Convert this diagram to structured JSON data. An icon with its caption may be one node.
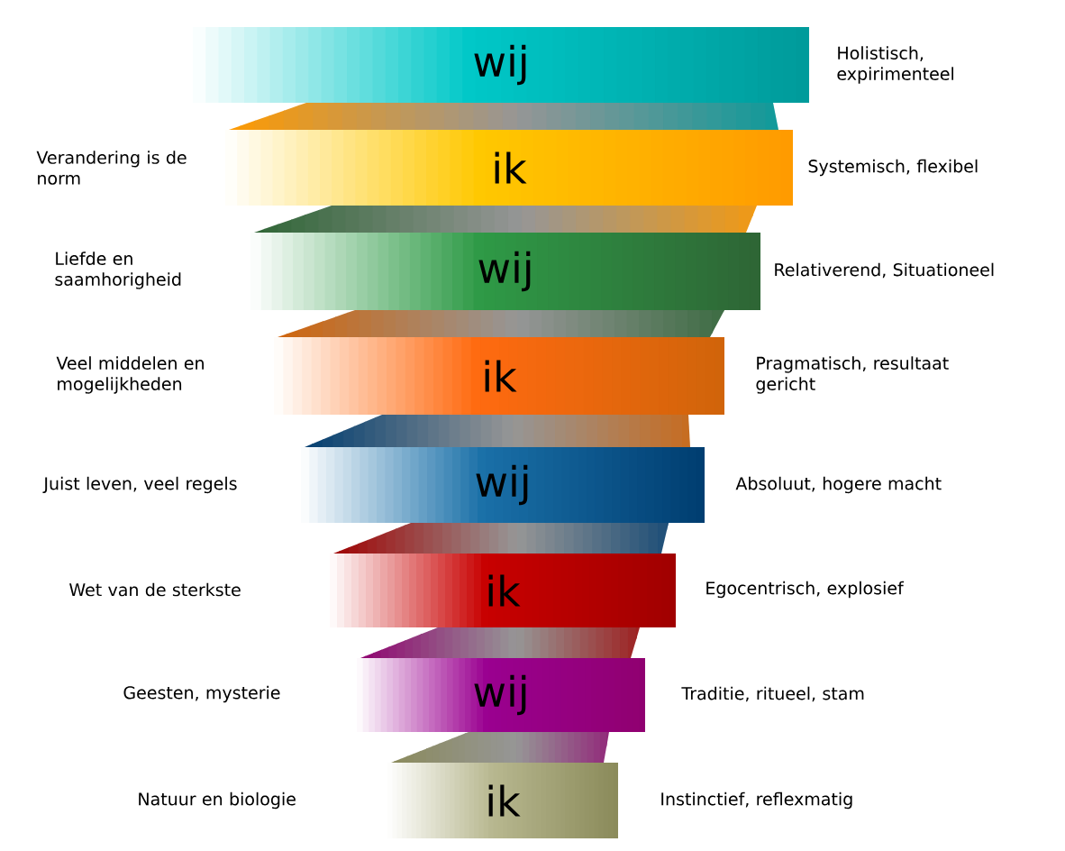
{
  "diagram": {
    "nodes": [
      {
        "text": [
          "wij"
        ]
      },
      {
        "text": [
          "ik"
        ]
      },
      {
        "text": [
          "wij"
        ]
      },
      {
        "text": [
          "ik"
        ]
      },
      {
        "text": [
          "wij"
        ]
      },
      {
        "text": [
          "ik"
        ]
      },
      {
        "text": [
          "wij"
        ]
      },
      {
        "text": [
          "ik"
        ]
      }
    ],
    "labels": [
      "Holistisch, expirimenteel",
      "Verandering is de norm",
      "Systemisch, flexibel",
      "Liefde en saamhorigheid",
      "Relativerend, Situationeel",
      "Veel middelen en mogelijkheden",
      "Pragmatisch, resultaat gericht",
      "Juist leven, veel regels",
      "Absoluut, hogere macht",
      "Wet van de sterkste",
      "Egocentrisch, explosief",
      "Geesten, mysterie",
      "Traditie, ritueel, stam",
      "Natuur en biologie",
      "Instinctief, reflexmatig"
    ]
  }
}
